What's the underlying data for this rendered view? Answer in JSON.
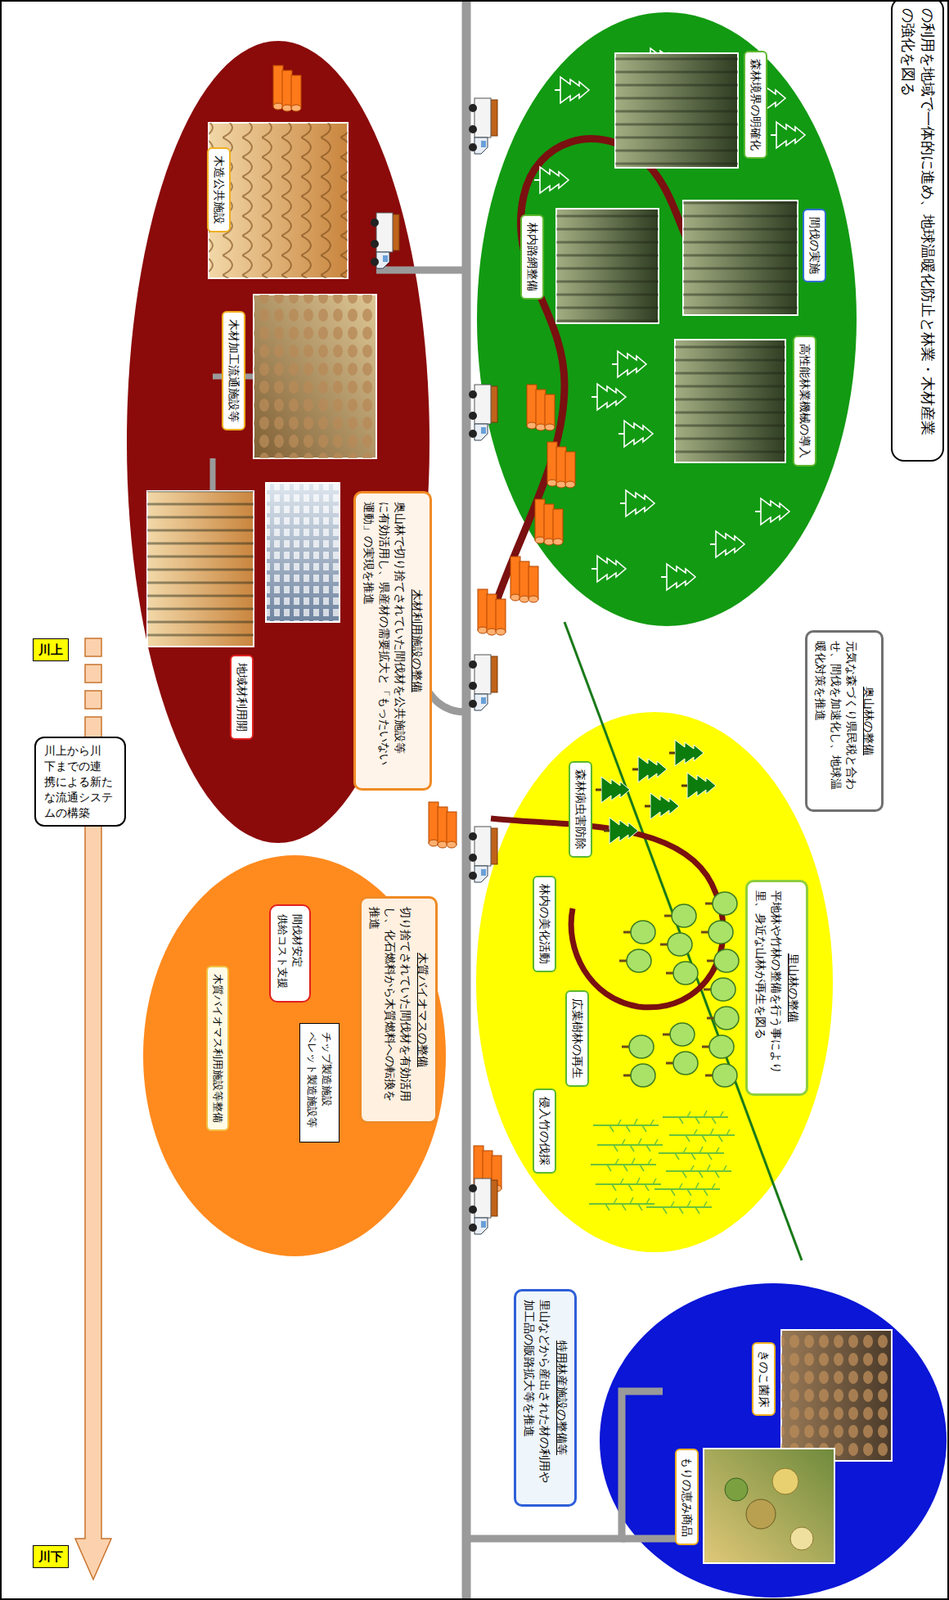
{
  "diagram": {
    "title": "の利用を地域で一体的に進め、地球温暖化防止と林業・木材産業 の強化を図る",
    "nodes": [
      {
        "text": [
          "森林境界の明確化"
        ]
      },
      {
        "text": [
          "間伐の実施"
        ]
      },
      {
        "text": [
          "高性能林業機械の導入"
        ]
      },
      {
        "text": [
          "林内路網整備"
        ]
      },
      {
        "text": [
          "奥山林の整備",
          "元気な森づくり県民税と合わ せ、間伐を加速化し、地球温 暖化対策を推進"
        ]
      },
      {
        "text": [
          "里山林の整備",
          "平地林や竹林の整備を行う事により 里、身近な山林が再生を図る"
        ]
      },
      {
        "text": [
          "森林病虫害防除"
        ]
      },
      {
        "text": [
          "林内の美化活動"
        ]
      },
      {
        "text": [
          "広葉樹林の再生"
        ]
      },
      {
        "text": [
          "侵入竹の伐採"
        ]
      },
      {
        "text": [
          "特用林産施設の整備等",
          "里山などから産出された材の利用や 加工品の販路拡大等を推進"
        ]
      },
      {
        "text": [
          "きのこ菌床"
        ]
      },
      {
        "text": [
          "もりの恵み商品"
        ]
      },
      {
        "text": [
          "木材利用施設の整備",
          "奥山林で切り捨てされていた間伐材を公共施設等 に有効活用し、県産材の需要拡大と「もったいない 運動」の実現を推進"
        ]
      },
      {
        "text": [
          "木材加工流通施設等"
        ]
      },
      {
        "text": [
          "木造公共施設"
        ]
      },
      {
        "text": [
          "地域材利用開"
        ]
      },
      {
        "text": [
          "木質バイオマスの整備",
          "切り捨てされていた間伐材を有効活用 し、化石燃料から木質燃料への転換を 推進"
        ]
      },
      {
        "text": [
          "間伐材安定 供給コスト支援"
        ]
      },
      {
        "text": [
          "チップ製造施設 ペレット製造施設等"
        ]
      },
      {
        "text": [
          "木質バイオマス利用施設等整備"
        ]
      },
      {
        "text": [
          "川上"
        ]
      },
      {
        "text": [
          "川上から川 下までの連 携による新た な流通システ ムの構築"
        ]
      },
      {
        "text": [
          "川下"
        ]
      }
    ]
  }
}
